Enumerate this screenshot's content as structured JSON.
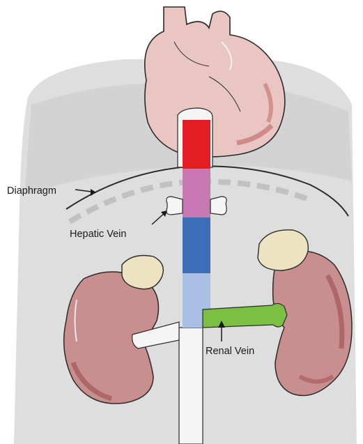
{
  "labels": {
    "diaphragm": "Diaphragm",
    "hepatic_vein": "Hepatic Vein",
    "renal_vein": "Renal Vein"
  },
  "colors": {
    "background_body": "#dcdcdc",
    "heart": "#eac6c3",
    "heart_shadow": "#c97b7b",
    "vessel_white": "#f5f5f5",
    "segment_red": "#e21e23",
    "segment_pink": "#c879b4",
    "segment_blue": "#3c6db7",
    "segment_lightblue": "#a9bfe4",
    "renal_vein_green": "#7ac143",
    "kidney": "#c98f8f",
    "kidney_dark": "#a85c5c",
    "adrenal": "#ece3c3",
    "outline": "#2a2a2a"
  }
}
